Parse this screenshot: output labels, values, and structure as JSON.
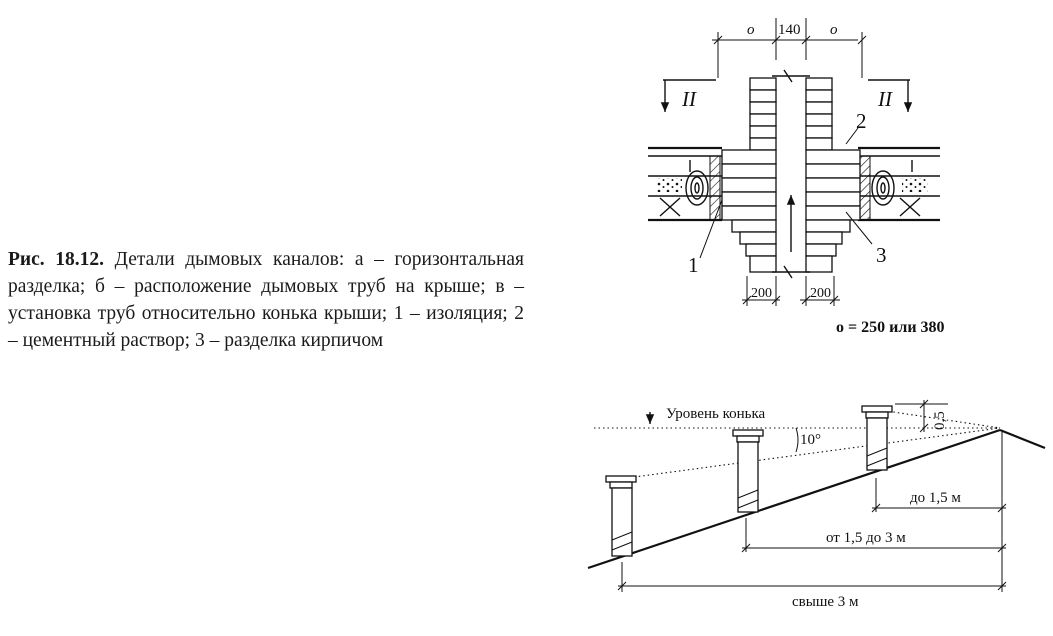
{
  "caption": {
    "fig_label": "Рис. 18.12.",
    "text": " Детали дымовых каналов: а – горизонтальная разделка; б – расположение дымовых труб на крыше; в – установка труб относительно конька крыши; 1 – изоляция; 2 – цементный раствор; 3 – разделка кирпичом"
  },
  "top_drawing": {
    "dim_offset_left": "о",
    "dim_channel": "140",
    "dim_offset_right": "о",
    "section_left": "II",
    "section_right": "II",
    "callout_1": "1",
    "callout_2": "2",
    "callout_3": "3",
    "dim_bottom_left": "200",
    "dim_bottom_right": "200",
    "note": "о = 250 или 380"
  },
  "bottom_drawing": {
    "ridge_level": "Уровень конька",
    "angle": "10°",
    "height": "0,5",
    "dist_1": "до 1,5 м",
    "dist_2": "от 1,5 до 3 м",
    "dist_3": "свыше 3 м"
  }
}
